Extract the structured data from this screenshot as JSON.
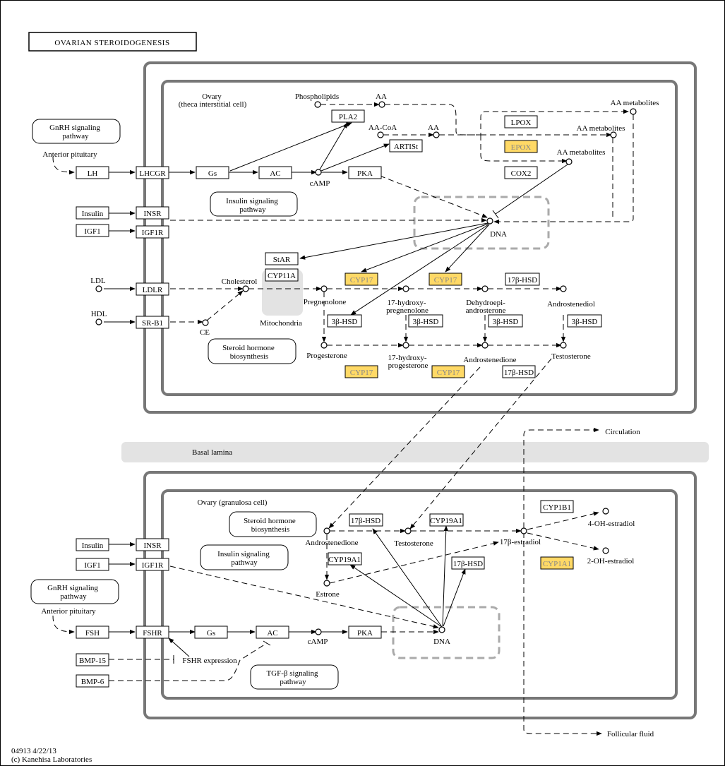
{
  "title": "OVARIAN STEROIDOGENESIS",
  "footer": {
    "map_id": "04913 4/22/13",
    "copyright": "(c) Kanehisa Laboratories"
  },
  "colors": {
    "highlight": "#ffd966",
    "frame": "#777777",
    "basal": "#e3e3e3"
  },
  "regions": {
    "theca": "Ovary",
    "theca_sub": "(theca interstitial cell)",
    "granulosa": "Ovary (granulosa cell)",
    "basal": "Basal lamina",
    "mito": "Mitochondria"
  },
  "genes": {
    "lh": "LH",
    "lhcgr": "LHCGR",
    "gs1": "Gs",
    "ac1": "AC",
    "pka1": "PKA",
    "pla2": "PLA2",
    "artist": "ARTISt",
    "lpox": "LPOX",
    "epox": "EPOX",
    "cox2": "COX2",
    "insulin1": "Insulin",
    "insr1": "INSR",
    "igf1_1": "IGF1",
    "igf1r1": "IGF1R",
    "ldlr": "LDLR",
    "srb1": "SR-B1",
    "star": "StAR",
    "cyp11a": "CYP11A",
    "cyp17a": "CYP17",
    "cyp17b": "CYP17",
    "hsd17_1": "17β-HSD",
    "hsd3_1": "3β-HSD",
    "hsd3_2": "3β-HSD",
    "hsd3_3": "3β-HSD",
    "hsd3_4": "3β-HSD",
    "cyp17c": "CYP17",
    "cyp17d": "CYP17",
    "hsd17_2": "17β-HSD",
    "insulin2": "Insulin",
    "insr2": "INSR",
    "igf1_2": "IGF1",
    "igf1r2": "IGF1R",
    "fsh": "FSH",
    "fshr": "FSHR",
    "gs2": "Gs",
    "ac2": "AC",
    "pka2": "PKA",
    "bmp15": "BMP-15",
    "bmp6": "BMP-6",
    "hsd17_3": "17β-HSD",
    "cyp19a1_1": "CYP19A1",
    "cyp19a1_2": "CYP19A1",
    "hsd17_4": "17β-HSD",
    "cyp1b1": "CYP1B1",
    "cyp1a1": "CYP1A1"
  },
  "pathways": {
    "gnrh1": [
      "GnRH signaling",
      "pathway"
    ],
    "insulin1": [
      "Insulin signaling",
      "pathway"
    ],
    "steroid1": [
      "Steroid hormone",
      "biosynthesis"
    ],
    "gnrh2": [
      "GnRH signaling",
      "pathway"
    ],
    "steroid2": [
      "Steroid hormone",
      "biosynthesis"
    ],
    "insulin2": [
      "Insulin signaling",
      "pathway"
    ],
    "tgfb": [
      "TGF-β signaling",
      "pathway"
    ]
  },
  "labels": {
    "ant_pit1": "Anterior pituitary",
    "ant_pit2": "Anterior pituitary",
    "phospholipids": "Phospholipids",
    "aa1": "AA",
    "aacoa": "AA-CoA",
    "aa2": "AA",
    "aamet1": "AA metabolites",
    "aamet2": "AA metabolites",
    "aamet3": "AA metabolites",
    "camp1": "cAMP",
    "dna1": "DNA",
    "ldl": "LDL",
    "hdl": "HDL",
    "ce": "CE",
    "cholesterol": "Cholesterol",
    "pregnenolone": "Pregnenolone",
    "ohpreg": [
      "17-hydroxy-",
      "pregnenolone"
    ],
    "dhea": [
      "Dehydroepi-",
      "androsterone"
    ],
    "androstenediol": "Androstenediol",
    "progesterone": "Progesterone",
    "ohprog": [
      "17-hydroxy-",
      "progesterone"
    ],
    "androstenedione1": "Androstenedione",
    "testosterone1": "Testosterone",
    "circulation": "Circulation",
    "follicular": "Follicular fluid",
    "androstenedione2": "Androstenedione",
    "testosterone2": "Testosterone",
    "estradiol": "17β-estradiol",
    "estrone": "Estrone",
    "oh4": "4-OH-estradiol",
    "oh2": "2-OH-estradiol",
    "camp2": "cAMP",
    "dna2": "DNA",
    "fshr_expr": "FSHR expression"
  }
}
